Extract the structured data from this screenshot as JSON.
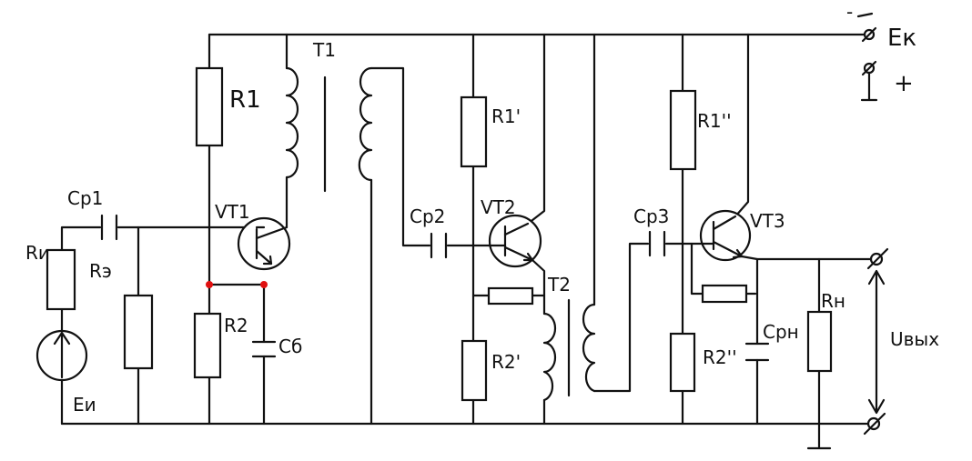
{
  "labels": {
    "r_source": "Rи",
    "r_base": "Rэ",
    "e_source": "Eи",
    "cp1": "Cp1",
    "r1": "R1",
    "r2": "R2",
    "vt1": "VT1",
    "cb": "Cб",
    "t1": "T1",
    "cp2": "Cp2",
    "vt2": "VT2",
    "r1p": "R1'",
    "r2p": "R2'",
    "t2": "T2",
    "cp3": "Cp3",
    "vt3": "VT3",
    "r1pp": "R1''",
    "r2pp": "R2''",
    "cpn": "Cpн",
    "rn": "Rн",
    "ek": "Eк",
    "minus": "-",
    "plus": "+",
    "uout": "Uвых"
  },
  "colors": {
    "line": "#111111",
    "node": "#e01010",
    "background": "#ffffff"
  }
}
